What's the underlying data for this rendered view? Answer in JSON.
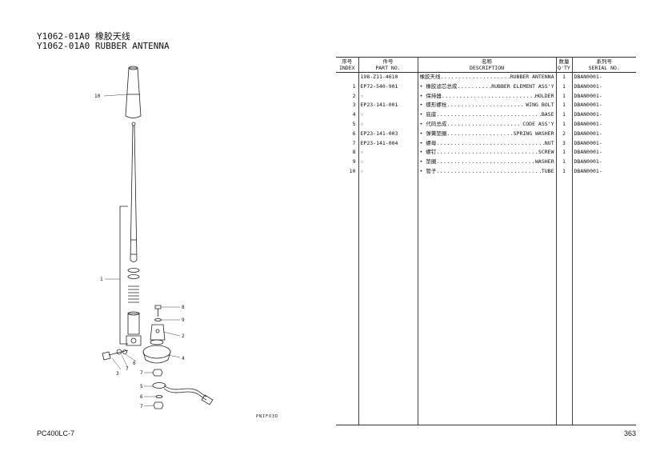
{
  "header": {
    "title_cn": "Y1062-01A0 橡胶天线",
    "title_en": "Y1062-01A0 RUBBER ANTENNA"
  },
  "table": {
    "columns": [
      {
        "cn": "序号",
        "en": "INDEX"
      },
      {
        "cn": "件号",
        "en": "PART NO."
      },
      {
        "cn": "名称",
        "en": "DESCRIPTION"
      },
      {
        "cn": "数量",
        "en": "Q'TY"
      },
      {
        "cn": "系列号",
        "en": "SERIAL NO."
      }
    ],
    "rows": [
      {
        "index": "",
        "part": "198-Z11-4610",
        "desc_cn": "橡胶天线",
        "desc_en": "RUBBER ANTENNA",
        "qty": "1",
        "serial": "DBAN0001-"
      },
      {
        "index": "1",
        "part": "EP72-540-901",
        "desc_cn": "• 橡胶滤芯总成",
        "desc_en": "RUBBER ELEMENT ASS'Y",
        "qty": "1",
        "serial": "DBAN0001-"
      },
      {
        "index": "2",
        "part": "☆",
        "desc_cn": "• 保持器",
        "desc_en": "HOLDER",
        "qty": "1",
        "serial": "DBAN0001-"
      },
      {
        "index": "3",
        "part": "EP23-141-001",
        "desc_cn": "• 蝶形螺栓",
        "desc_en": "WING BOLT",
        "qty": "1",
        "serial": "DBAN0001-"
      },
      {
        "index": "4",
        "part": "☆",
        "desc_cn": "• 底座",
        "desc_en": "BASE",
        "qty": "1",
        "serial": "DBAN0001-"
      },
      {
        "index": "5",
        "part": "☆",
        "desc_cn": "• 代码总成",
        "desc_en": "CODE ASS'Y",
        "qty": "1",
        "serial": "DBAN0001-"
      },
      {
        "index": "6",
        "part": "EP23-141-003",
        "desc_cn": "• 弹簧垫圈",
        "desc_en": "SPRING WASHER",
        "qty": "2",
        "serial": "DBAN0001-"
      },
      {
        "index": "7",
        "part": "EP23-141-004",
        "desc_cn": "• 螺母",
        "desc_en": "NUT",
        "qty": "3",
        "serial": "DBAN0001-"
      },
      {
        "index": "8",
        "part": "☆",
        "desc_cn": "• 螺钉",
        "desc_en": "SCREW",
        "qty": "1",
        "serial": "DBAN0001-"
      },
      {
        "index": "9",
        "part": "☆",
        "desc_cn": "• 垫圈",
        "desc_en": "WASHER",
        "qty": "1",
        "serial": "DBAN0001-"
      },
      {
        "index": "10",
        "part": "☆",
        "desc_cn": "• 管子",
        "desc_en": "TUBE",
        "qty": "1",
        "serial": "DBAN0001-"
      }
    ]
  },
  "drawing": {
    "callouts": [
      "10",
      "1",
      "8",
      "9",
      "2",
      "4",
      "3",
      "7",
      "6",
      "7",
      "5",
      "6",
      "7"
    ],
    "figure_code": "PNIFO3D"
  },
  "footer": {
    "model": "PC400LC-7",
    "page": "363"
  }
}
